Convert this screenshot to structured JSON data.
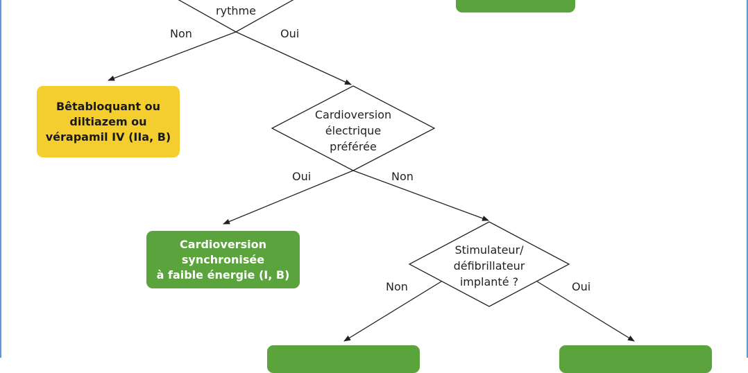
{
  "diagram": {
    "top_decision": "rythme",
    "box_betabloquant": "Bêtabloquant ou\ndiltiazem ou\nvérapamil IV (IIa, B)",
    "decision_cardioversion": "Cardioversion\nélectrique\npréférée",
    "box_cardioversion_sync": "Cardioversion\nsynchronisée\nà faible énergie (I, B)",
    "decision_stimulateur": "Stimulateur/\ndéfibrillateur\nimplanté ?",
    "labels": {
      "top_no": "Non",
      "top_yes": "Oui",
      "mid_yes": "Oui",
      "mid_no": "Non",
      "bottom_no": "Non",
      "bottom_yes": "Oui"
    }
  },
  "colors": {
    "green": "#5ba33c",
    "yellow": "#f4ce2e",
    "border_blue": "#5b9bd5"
  }
}
